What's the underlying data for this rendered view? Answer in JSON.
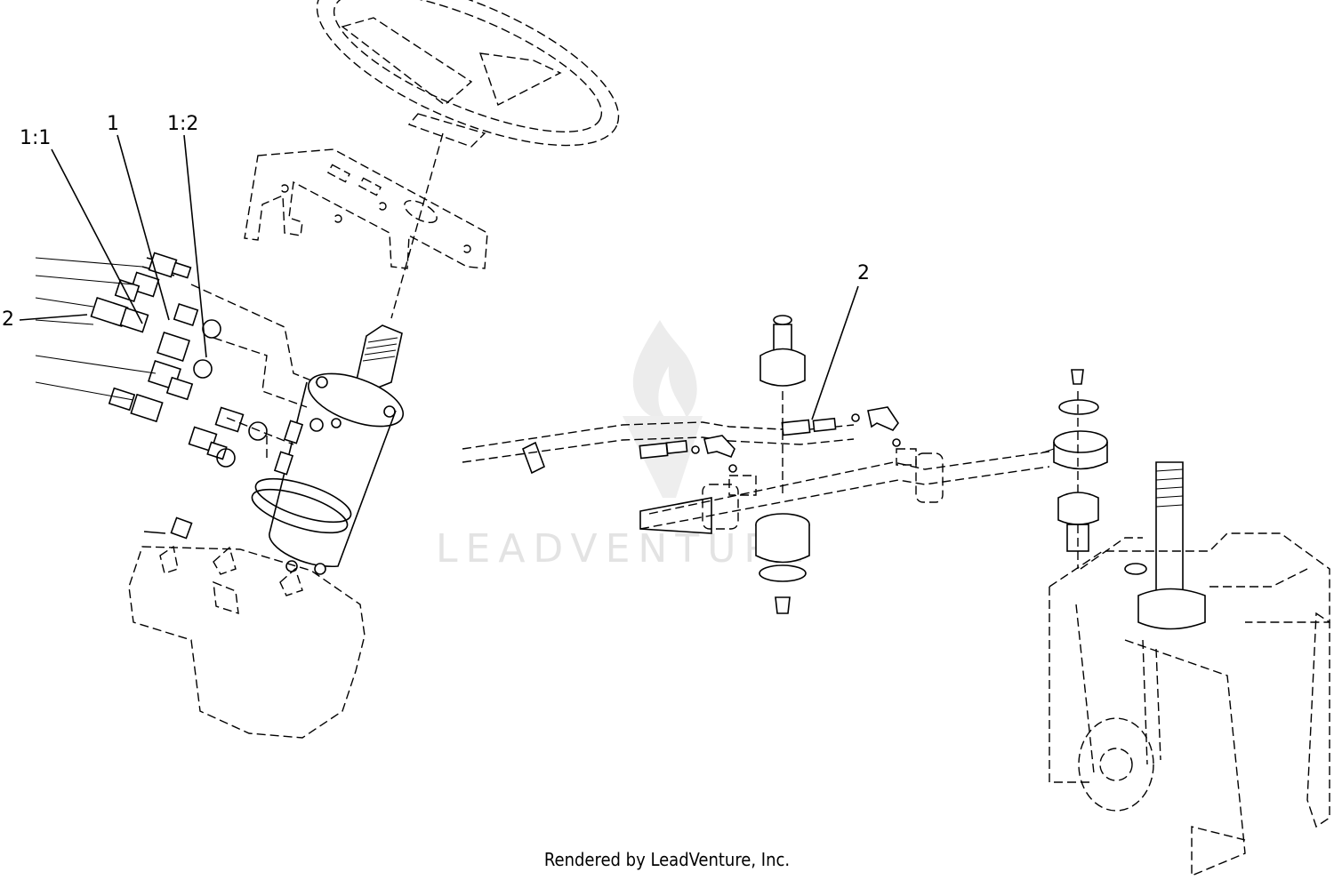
{
  "watermark": {
    "text": "LEADVENTURE"
  },
  "callouts": {
    "left_1_1": "1:1",
    "left_1": "1",
    "left_1_2": "1:2",
    "left_2": "2",
    "right_2": "2"
  },
  "footer": {
    "credit": "Rendered by LeadVenture, Inc."
  }
}
